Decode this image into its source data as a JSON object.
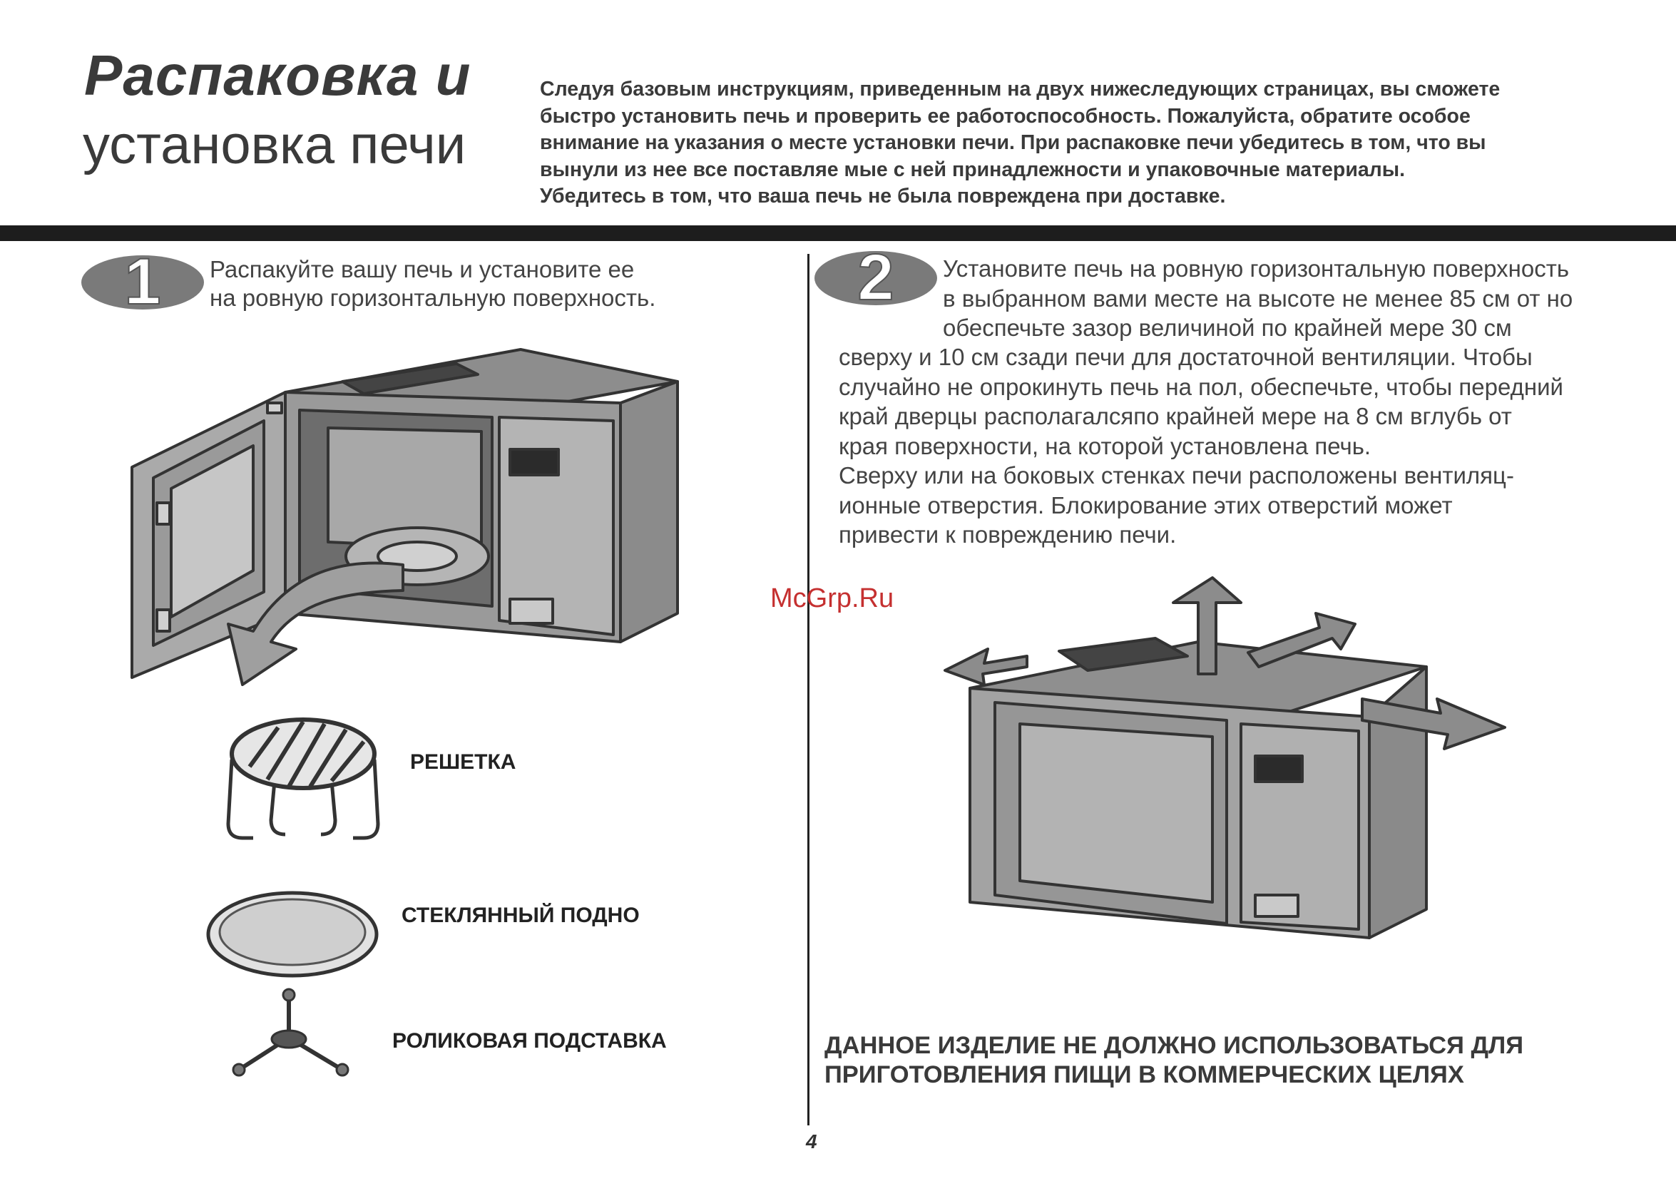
{
  "header": {
    "title_line1": "Распаковка и",
    "title_line2": "установка печи",
    "intro_lines": [
      "Следуя базовым инструкциям, приведенным на двух нижеследующих страницах, вы сможете",
      "быстро установить печь и проверить ее работоспособность. Пожалуйста, обратите особое",
      "внимание на указания о месте установки печи. При распаковке печи убедитесь в том, что вы",
      "вынули из нее все поставляе мые с ней принадлежности и упаковочные материалы.",
      "Убедитесь в том, что ваша печь не была повреждена при доставке."
    ]
  },
  "step1": {
    "number": "1",
    "lines": [
      "Распакуйте вашу печь и установите ее",
      "на ровную горизонтальную поверхность."
    ],
    "accessories": {
      "rack": "РЕШЕТКА",
      "tray": "СТЕКЛЯННЫЙ ПОДНО",
      "roller": "РОЛИКОВАЯ ПОДСТАВКА"
    }
  },
  "step2": {
    "number": "2",
    "lines": [
      "Установите печь на ровную горизонтальную поверхность",
      "в выбранном вами месте на высоте не менее 85 см от но",
      "обеспечьте зазор величиной по крайней мере 30 см",
      "сверху и 10 см сзади печи для достаточной вентиляции. Чтобы",
      "случайно не опрокинуть печь на пол,  обеспечьте, чтобы передний",
      "край дверцы располагалсяпо крайней мере на 8 см  вглубь от",
      "края поверхности, на которой установлена печь.",
      "Сверху или на боковых стенках печи расположены вентиляц-",
      "ионные отверстия. Блокирование этих отверстий может",
      "привести к повреждению печи."
    ]
  },
  "warning_lines": [
    "ДАННОЕ ИЗДЕЛИЕ НЕ ДОЛЖНО ИСПОЛЬЗОВАТЬСЯ ДЛЯ",
    "ПРИГОТОВЛЕНИЯ ПИЩИ В КОММЕРЧЕСКИХ ЦЕЛЯХ"
  ],
  "watermark": "McGrp.Ru",
  "page_number": "4"
}
